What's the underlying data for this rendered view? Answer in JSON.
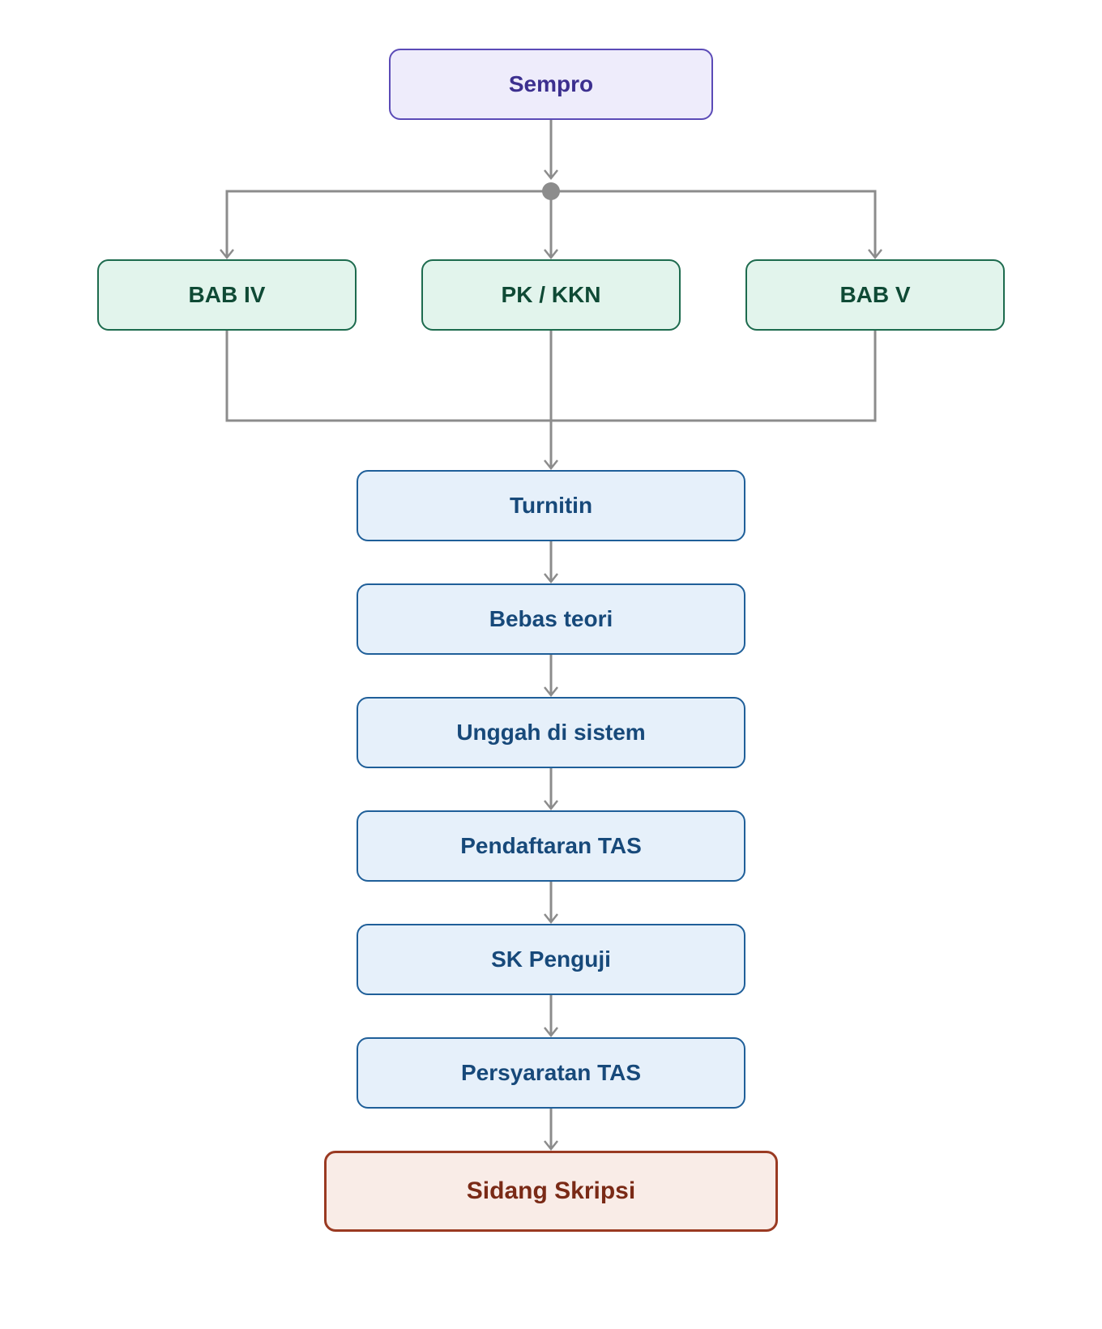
{
  "nodes": {
    "sempro": "Sempro",
    "bab_iv": "BAB IV",
    "pk_kkn": "PK / KKN",
    "bab_v": "BAB V",
    "turnitin": "Turnitin",
    "bebas_teori": "Bebas teori",
    "unggah": "Unggah di sistem",
    "pendaftaran": "Pendaftaran TAS",
    "sk_penguji": "SK Penguji",
    "persyaratan": "Persyaratan TAS",
    "sidang": "Sidang Skripsi"
  },
  "colors": {
    "connector": "#8c8c8c",
    "start": "#5b4bb7",
    "parallel": "#1d6b4e",
    "step": "#1f5f99",
    "final": "#9a3a22"
  }
}
